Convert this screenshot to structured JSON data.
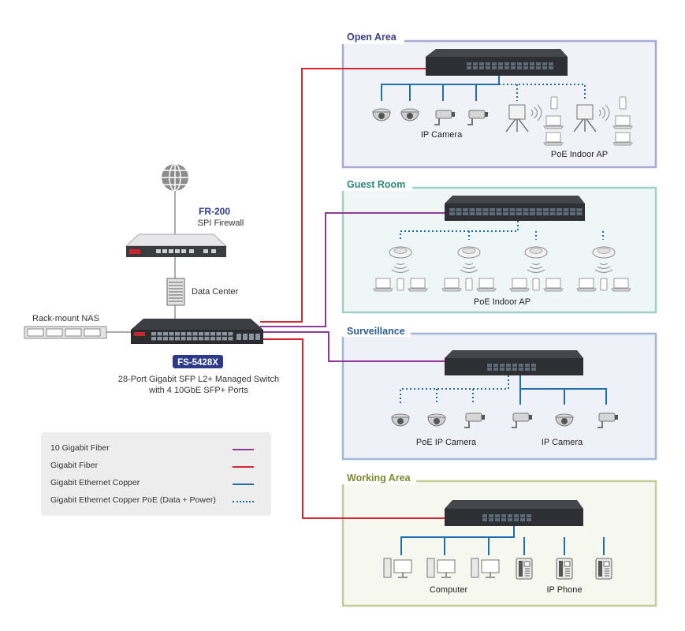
{
  "zones": {
    "open_area": {
      "title": "Open Area",
      "color": "#a8a8d4",
      "bg": "#f1f1f8",
      "label_camera": "IP Camera",
      "label_ap": "PoE Indoor AP"
    },
    "guest_room": {
      "title": "Guest Room",
      "color": "#9ed0c8",
      "bg": "#eef7f5",
      "label_ap": "PoE Indoor AP"
    },
    "surveillance": {
      "title": "Surveillance",
      "color": "#9fb8d6",
      "bg": "#eef2f8",
      "label_poe_camera": "PoE IP Camera",
      "label_camera": "IP Camera"
    },
    "working_area": {
      "title": "Working Area",
      "color": "#c4cc9c",
      "bg": "#f6f7ee",
      "label_computer": "Computer",
      "label_phone": "IP Phone"
    }
  },
  "core": {
    "firewall_model": "FR-200",
    "firewall_desc": "SPI Firewall",
    "data_center": "Data Center",
    "nas": "Rack-mount NAS",
    "switch_model": "FS-5428X",
    "switch_desc_line1": "28-Port Gigabit SFP L2+ Managed Switch",
    "switch_desc_line2": "with 4 10GbE SFP+ Ports"
  },
  "legend": [
    {
      "label": "10 Gigabit Fiber",
      "color": "#8e3a96",
      "style": "solid"
    },
    {
      "label": "Gigabit Fiber",
      "color": "#d8262e",
      "style": "solid"
    },
    {
      "label": "Gigabit Ethernet Copper",
      "color": "#1f6fb0",
      "style": "solid"
    },
    {
      "label": "Gigabit Ethernet Copper PoE (Data + Power)",
      "color": "#1f6fb0",
      "style": "dotted"
    }
  ],
  "colors": {
    "purple": "#8e3a96",
    "red": "#d8262e",
    "blue": "#1f6fb0",
    "switch": "#2d2f33",
    "device": "#9a9a9a"
  }
}
